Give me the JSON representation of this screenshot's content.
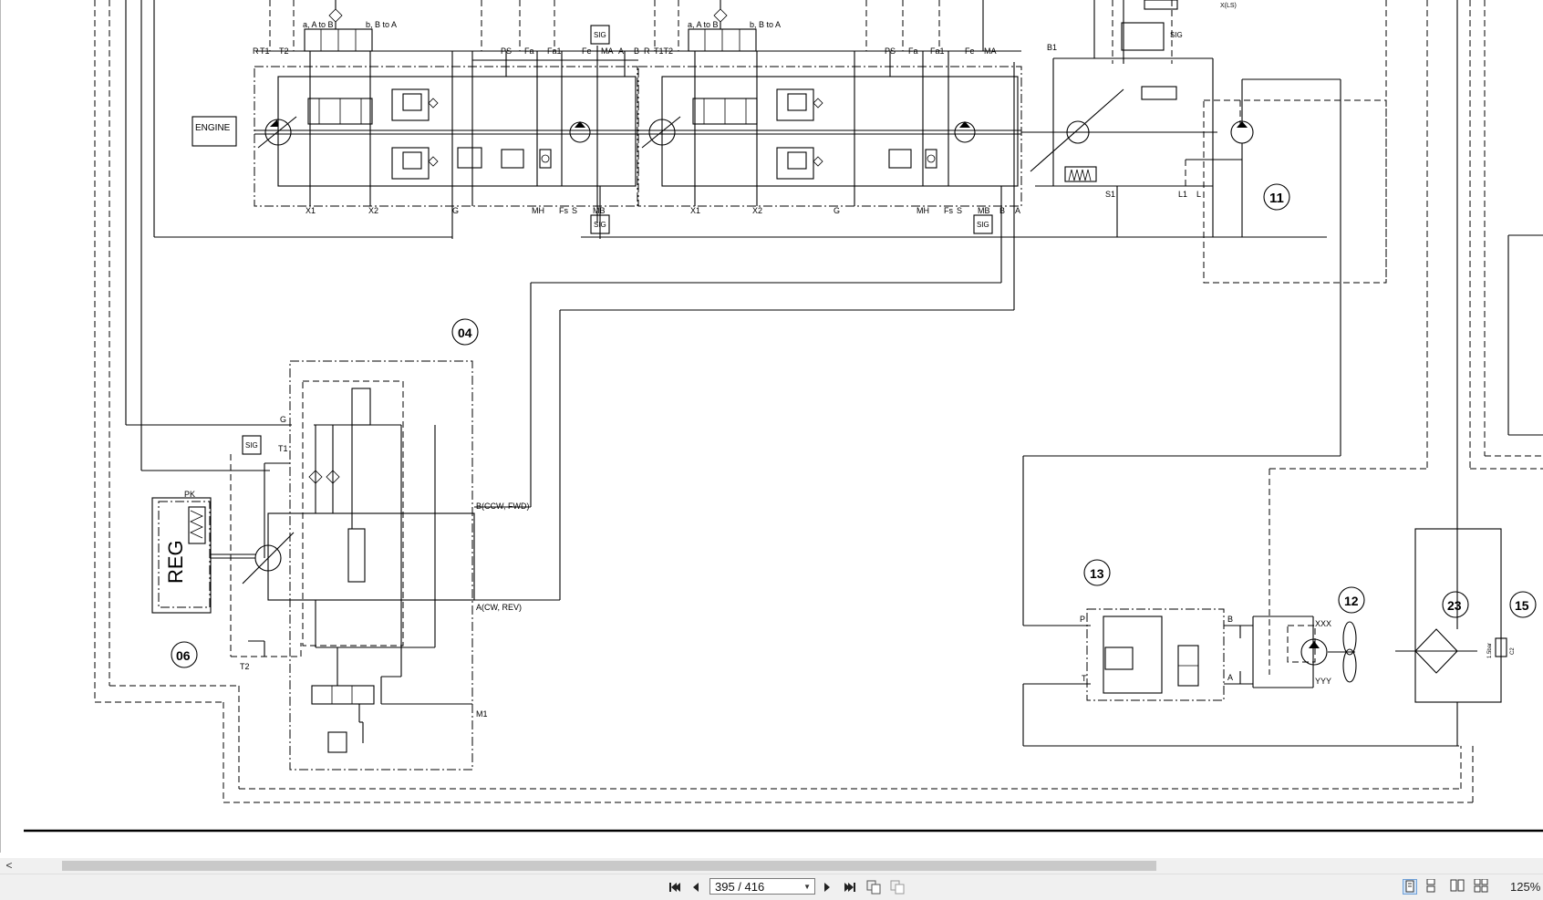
{
  "diagram": {
    "labels": {
      "engine": "ENGINE",
      "reg": "REG",
      "sig": "SIG",
      "callout_04": "04",
      "callout_06": "06",
      "callout_11": "11",
      "callout_12": "12",
      "callout_13": "13",
      "callout_15": "15",
      "callout_23": "23",
      "a_to_b": "a, A to B",
      "b_to_a": "b, B to A",
      "r": "R",
      "t1": "T1",
      "t2": "T2",
      "t1t2": "T1T2",
      "ps": "PS",
      "fa": "Fa",
      "fa1": "Fa1",
      "fe": "Fe",
      "ma": "MA",
      "mb": "MB",
      "port_a": "A",
      "port_b": "B",
      "b1": "B1",
      "x1": "X1",
      "x2": "X2",
      "g": "G",
      "mh": "MH",
      "fs": "Fs",
      "s": "S",
      "s1": "S1",
      "l1": "L1",
      "l": "L",
      "xls": "X(LS)",
      "pk": "PK",
      "t_port": "T",
      "p_port": "P",
      "m1": "M1",
      "b_ccw": "B(CCW, FWD)",
      "a_cw": "A(CW, REV)",
      "xxx": "XXX",
      "yyy": "YYY",
      "bar": "1.5bar",
      "c2": "C2"
    }
  },
  "scrollbar": {
    "left_arrow": "<"
  },
  "toolbar": {
    "page_indicator": "395 / 416",
    "zoom": "125%"
  }
}
